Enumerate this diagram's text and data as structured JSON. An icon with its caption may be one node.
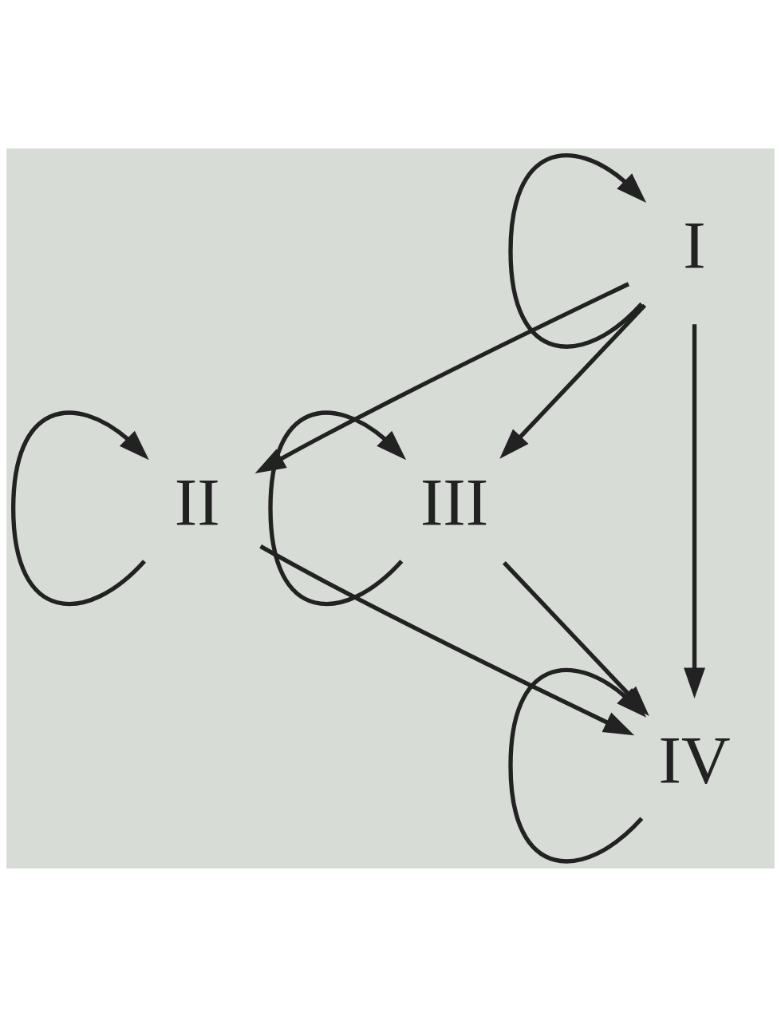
{
  "diagram": {
    "nodes": [
      {
        "text": [
          "I"
        ]
      },
      {
        "text": [
          "II"
        ]
      },
      {
        "text": [
          "III"
        ]
      },
      {
        "text": [
          "IV"
        ]
      }
    ],
    "edges": [
      {
        "from": 0,
        "to": 0,
        "arrow": "to"
      },
      {
        "from": 0,
        "to": 1,
        "arrow": "to"
      },
      {
        "from": 0,
        "to": 3,
        "arrow": "to"
      },
      {
        "from": 0,
        "to": 2,
        "arrow": "to"
      },
      {
        "from": 1,
        "to": 1,
        "arrow": "to"
      },
      {
        "from": 2,
        "to": 2,
        "arrow": "to"
      },
      {
        "from": 1,
        "to": 3,
        "arrow": "to"
      },
      {
        "from": 2,
        "to": 3,
        "arrow": "to"
      },
      {
        "from": 3,
        "to": 3,
        "arrow": "to"
      }
    ]
  }
}
